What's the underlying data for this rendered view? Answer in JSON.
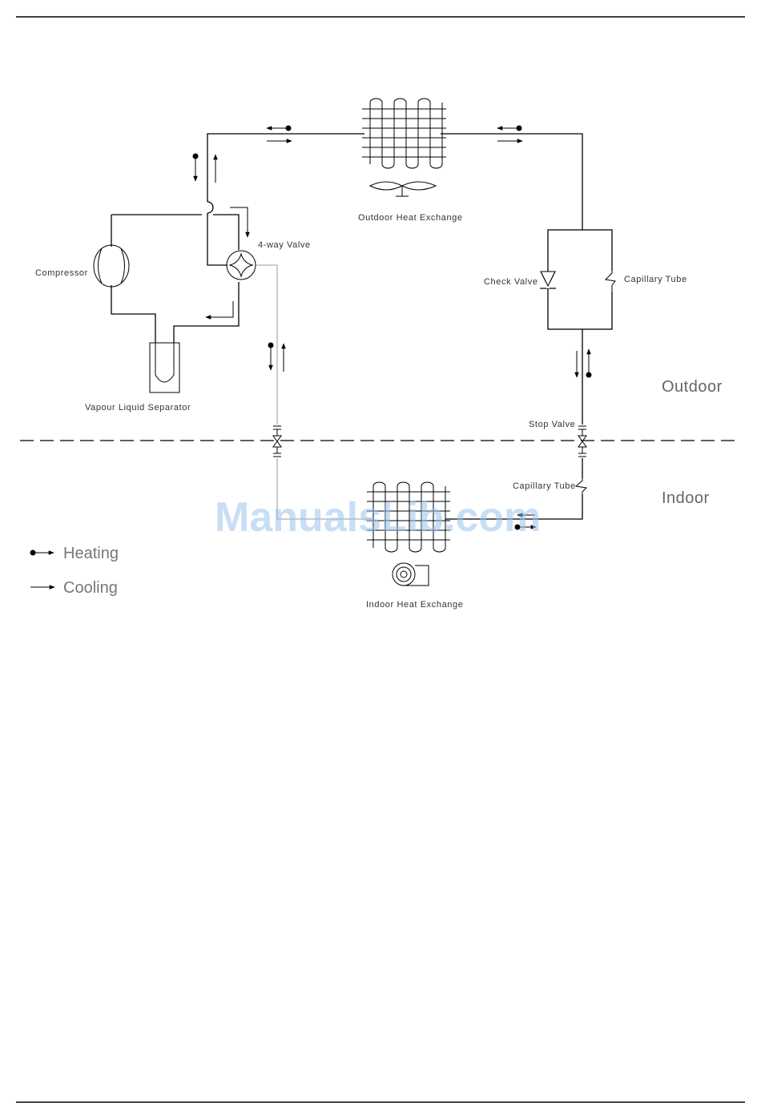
{
  "labels": {
    "outdoor_heat_exchange": "Outdoor Heat Exchange",
    "indoor_heat_exchange": "Indoor Heat Exchange",
    "four_way_valve": "4-way Valve",
    "compressor": "Compressor",
    "vapour_liquid_separator": "Vapour Liquid Separator",
    "check_valve": "Check Valve",
    "capillary_tube_outdoor": "Capillary Tube",
    "capillary_tube_indoor": "Capillary Tube",
    "stop_valve": "Stop Valve",
    "outdoor": "Outdoor",
    "indoor": "Indoor"
  },
  "legend": {
    "heating": "Heating",
    "cooling": "Cooling"
  },
  "watermark": "ManualsLib.com"
}
